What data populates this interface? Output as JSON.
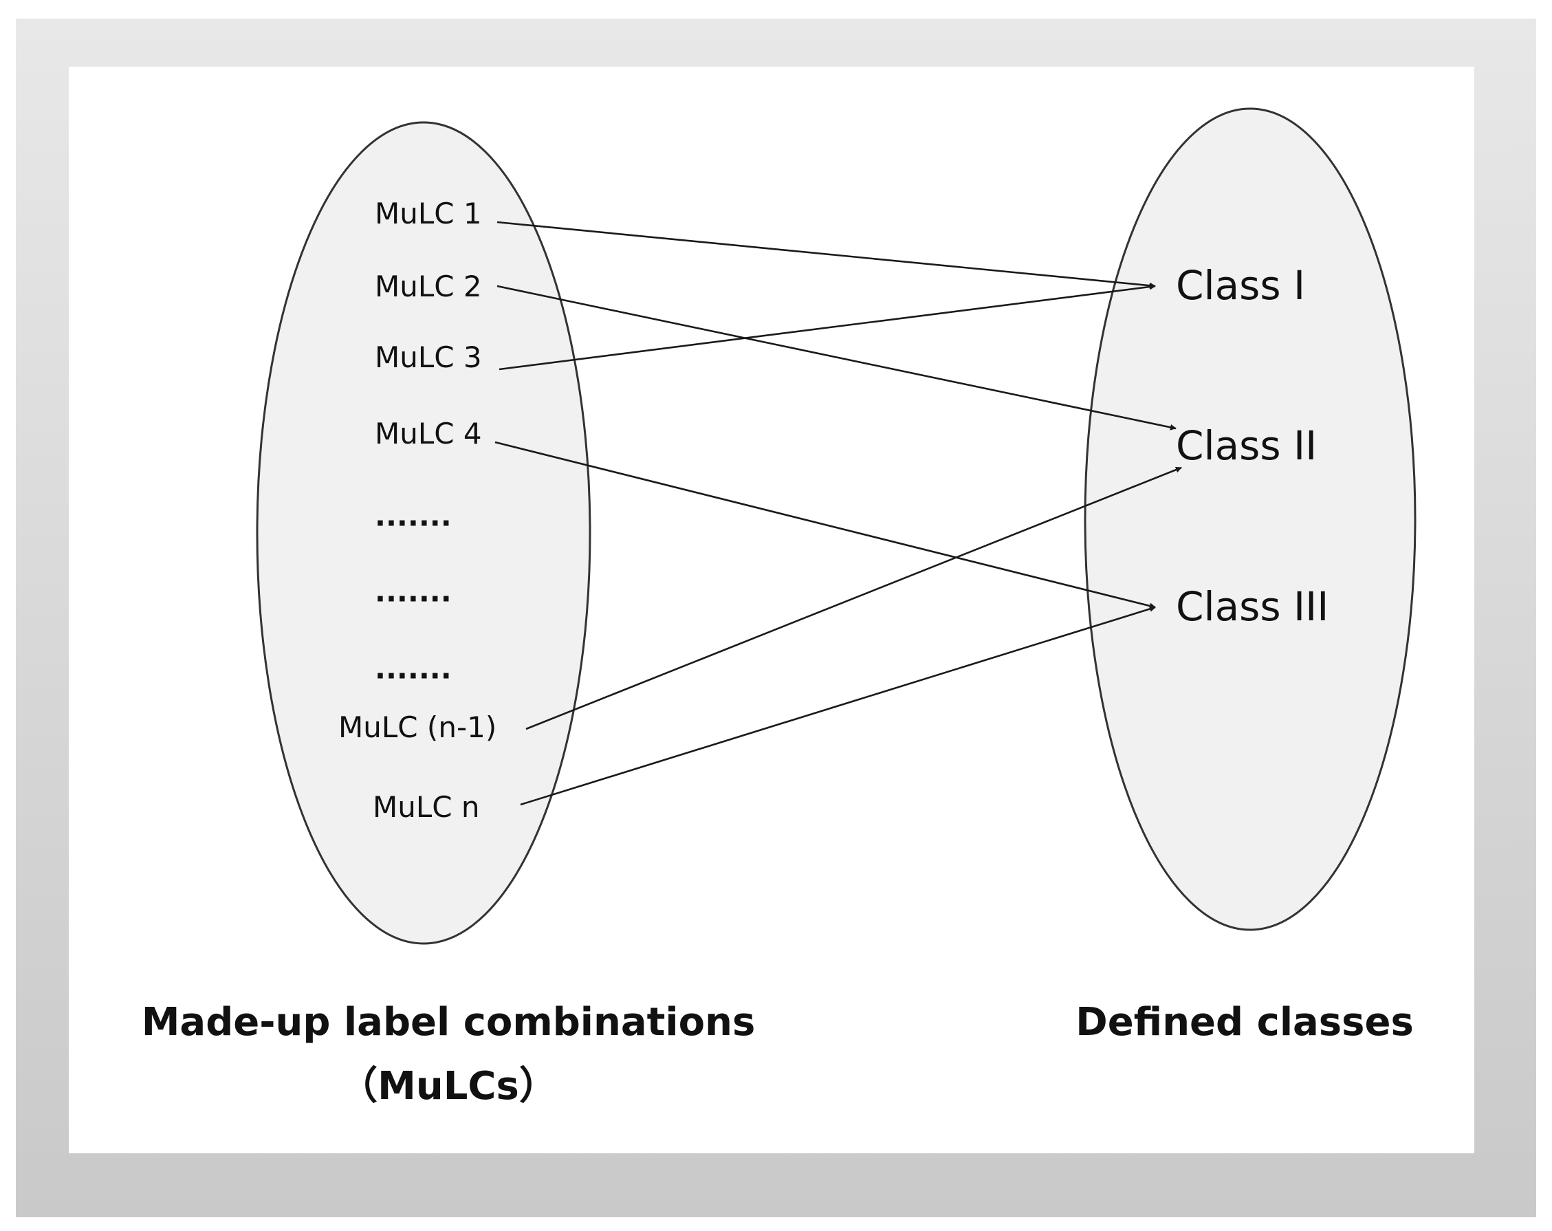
{
  "left_set": {
    "items": [
      "MuLC 1",
      "MuLC 2",
      "MuLC 3",
      "MuLC 4",
      "·······",
      "·······",
      "·······",
      "MuLC (n-1)",
      "MuLC n"
    ],
    "caption_line1": "Made-up label combinations",
    "caption_line2": "（MuLCs）"
  },
  "right_set": {
    "classes": [
      "Class I",
      "Class II",
      "Class III"
    ],
    "caption": "Defined classes"
  },
  "mappings": [
    {
      "from": "MuLC 1",
      "to": "Class I"
    },
    {
      "from": "MuLC 2",
      "to": "Class II"
    },
    {
      "from": "MuLC 3",
      "to": "Class I"
    },
    {
      "from": "MuLC 4",
      "to": "Class III"
    },
    {
      "from": "MuLC (n-1)",
      "to": "Class II"
    },
    {
      "from": "MuLC n",
      "to": "Class III"
    }
  ]
}
